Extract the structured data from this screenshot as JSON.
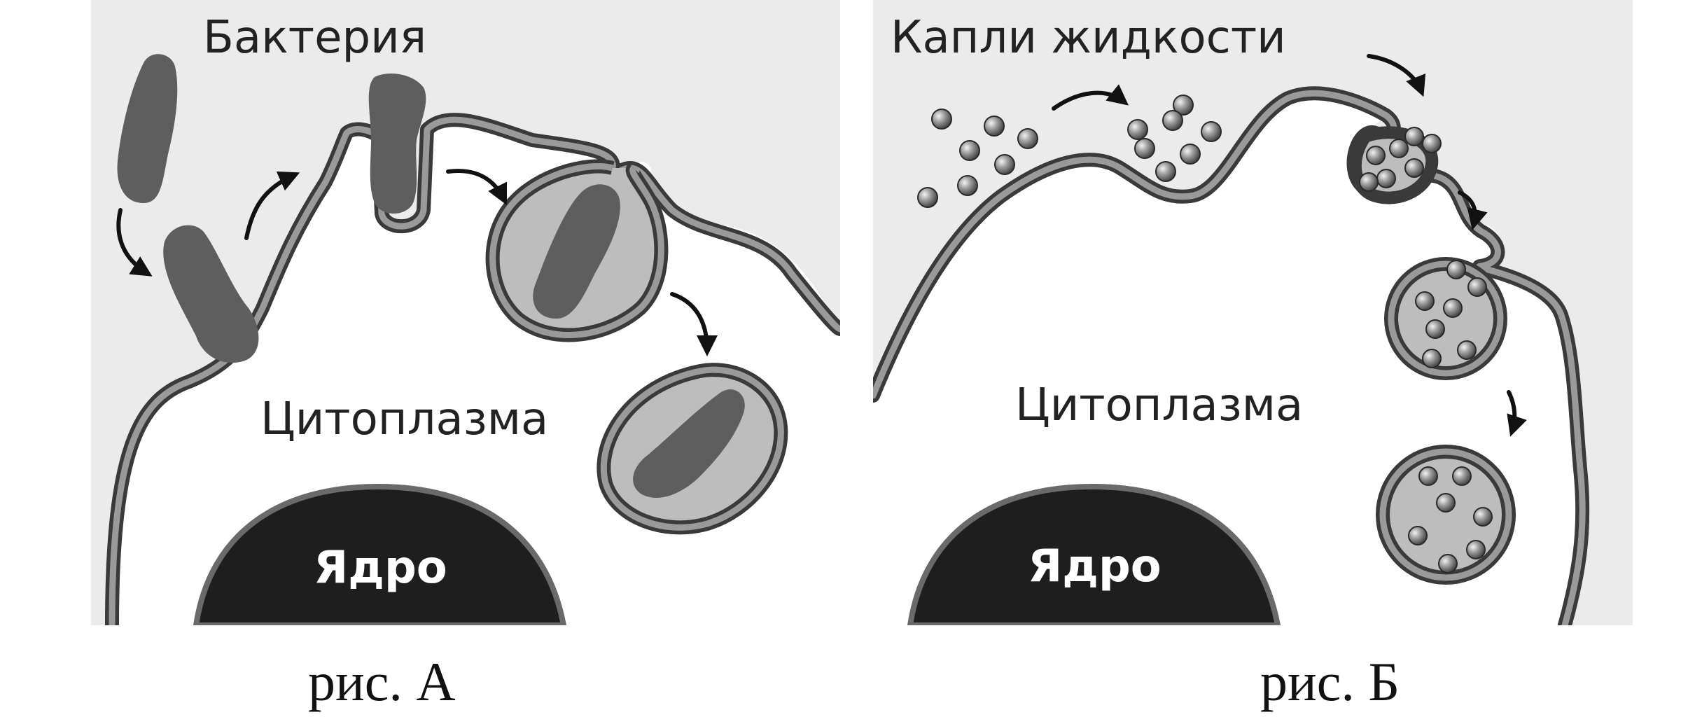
{
  "colors": {
    "background": "#ebebeb",
    "cytoplasm": "#ffffff",
    "membrane": "#3a3a3a",
    "vesicle_fill": "#bdbdbd",
    "bacterium": "#5e5e5e",
    "nucleus": "#1e1e1e",
    "droplet": "#8a8a8a"
  },
  "panel_a": {
    "label_bacterium": "Бактерия",
    "label_cytoplasm": "Цитоплазма",
    "label_nucleus": "Ядро",
    "caption": "рис. А"
  },
  "panel_b": {
    "label_droplets": "Капли жидкости",
    "label_cytoplasm": "Цитоплазма",
    "label_nucleus": "Ядро",
    "caption": "рис. Б"
  }
}
